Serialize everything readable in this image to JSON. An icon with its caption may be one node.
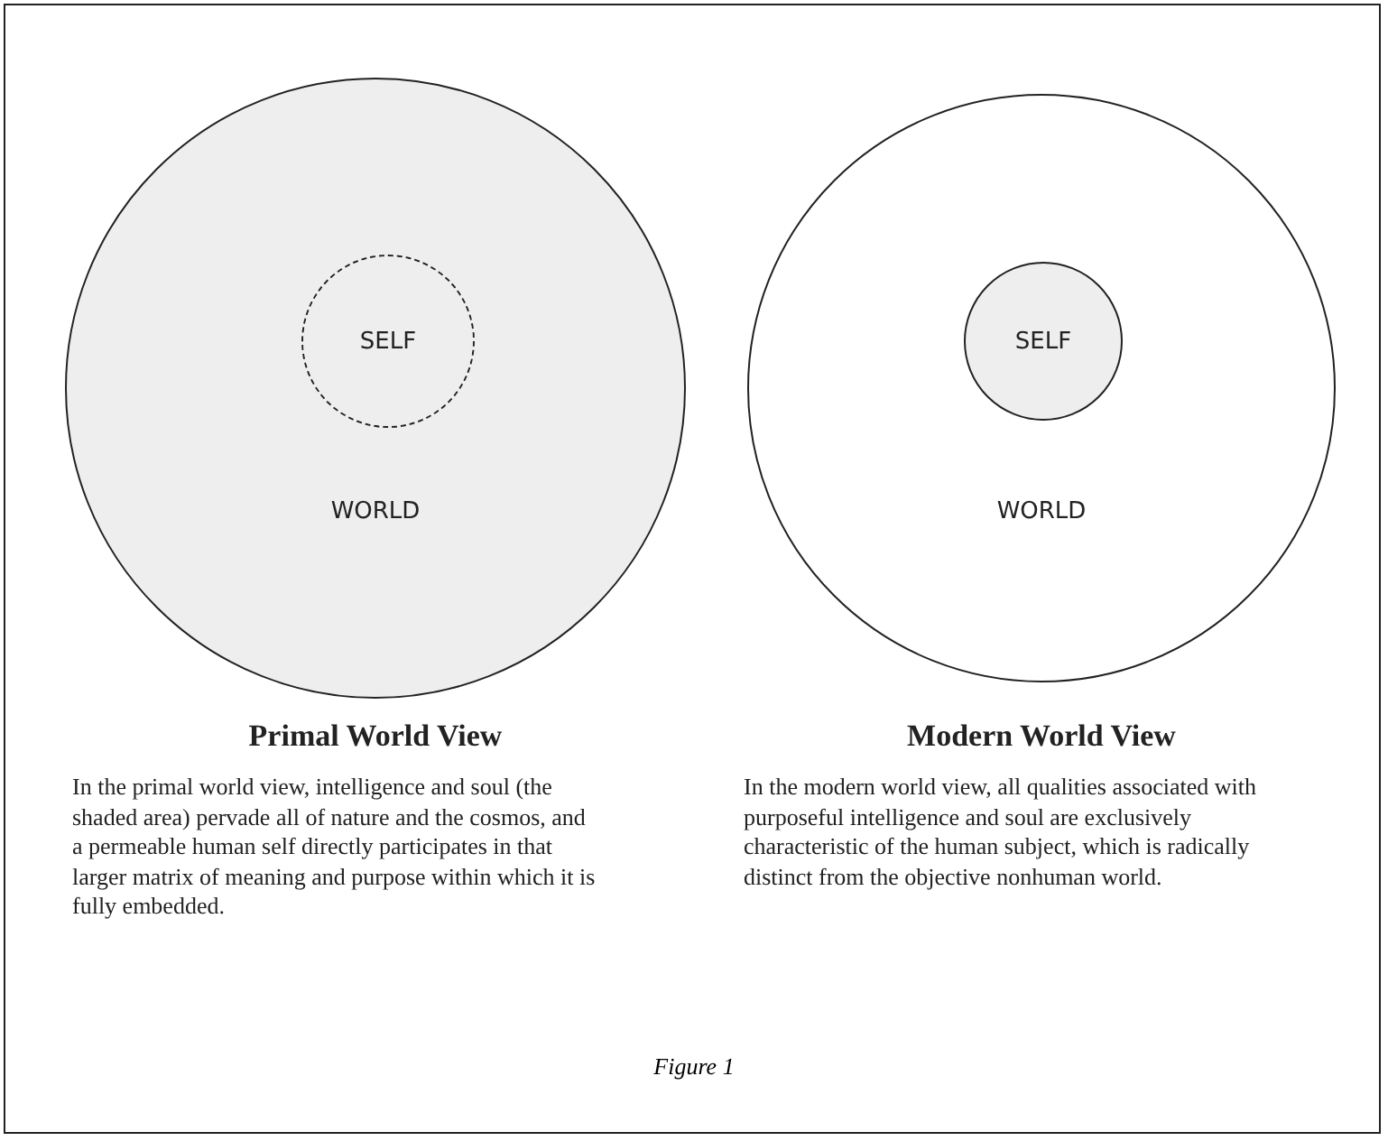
{
  "diagram": {
    "caption": "Figure 1",
    "nodes": [
      {
        "text": [
          "WORLD"
        ]
      },
      {
        "text": [
          "SELF"
        ],
        "in": 0
      },
      {
        "text": [
          "WORLD"
        ]
      },
      {
        "text": [
          "SELF"
        ],
        "in": 2
      }
    ],
    "labels": [
      "Primal World View",
      "Modern World View",
      "In the primal world view, intelligence and soul (the shaded area) pervade all of nature and the cosmos, and a permeable human self directly participates in that larger matrix of meaning and purpose within which it is fully embedded.",
      "In the modern world view, all qualities associated with purposeful intelligence and soul are exclusively characteristic of the human subject, which is radically distinct from the objective nonhuman world."
    ]
  }
}
